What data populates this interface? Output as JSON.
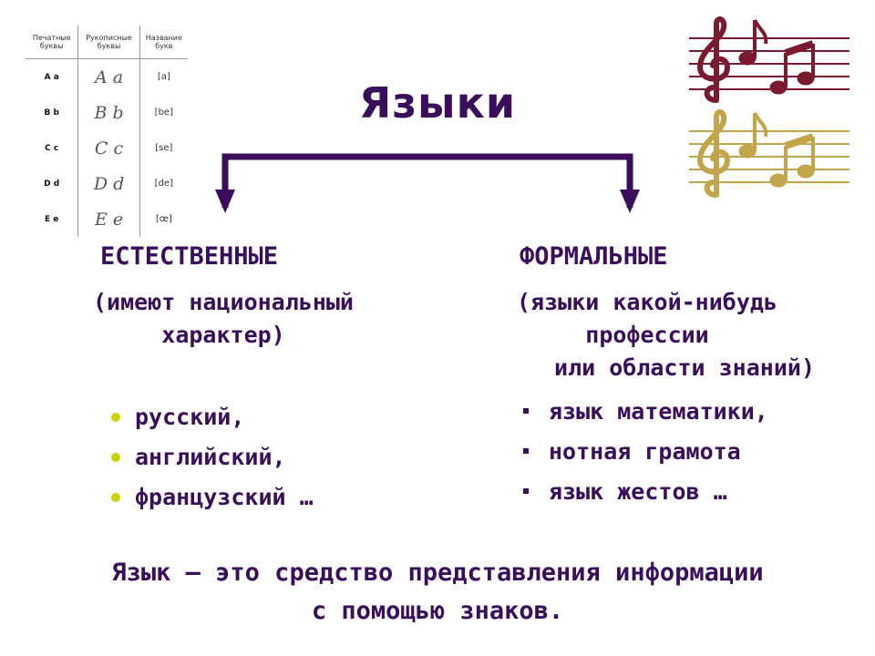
{
  "title": "Языки",
  "natural": {
    "heading": "ЕСТЕСТВЕННЫЕ",
    "desc_line1": "(имеют национальный",
    "desc_line2": "характер)",
    "items": [
      "русский,",
      "английский,",
      "французский …"
    ]
  },
  "formal": {
    "heading": "ФОРМАЛЬНЫЕ",
    "desc_line1": "(языки какой-нибудь",
    "desc_line2": "профессии",
    "desc_line3": "или области знаний)",
    "items": [
      "язык математики,",
      "нотная грамота",
      "язык жестов …"
    ]
  },
  "definition": {
    "line1": "Язык — это средство представления информации",
    "line2": "с помощью знаков."
  },
  "alphabet_table": {
    "headers": [
      "Печатные буквы",
      "Рукописные буквы",
      "Название букв"
    ],
    "rows": [
      {
        "print": "A a",
        "hand": "A a",
        "name": "[a]"
      },
      {
        "print": "B b",
        "hand": "B b",
        "name": "[be]"
      },
      {
        "print": "C c",
        "hand": "C c",
        "name": "[se]"
      },
      {
        "print": "D d",
        "hand": "D d",
        "name": "[de]"
      },
      {
        "print": "E e",
        "hand": "E e",
        "name": "[œ]"
      }
    ]
  },
  "colors": {
    "text": "#3a0e5a",
    "bullet": "#c8d400",
    "music_top": "#7a1a2e",
    "music_bottom": "#c2a44a"
  }
}
